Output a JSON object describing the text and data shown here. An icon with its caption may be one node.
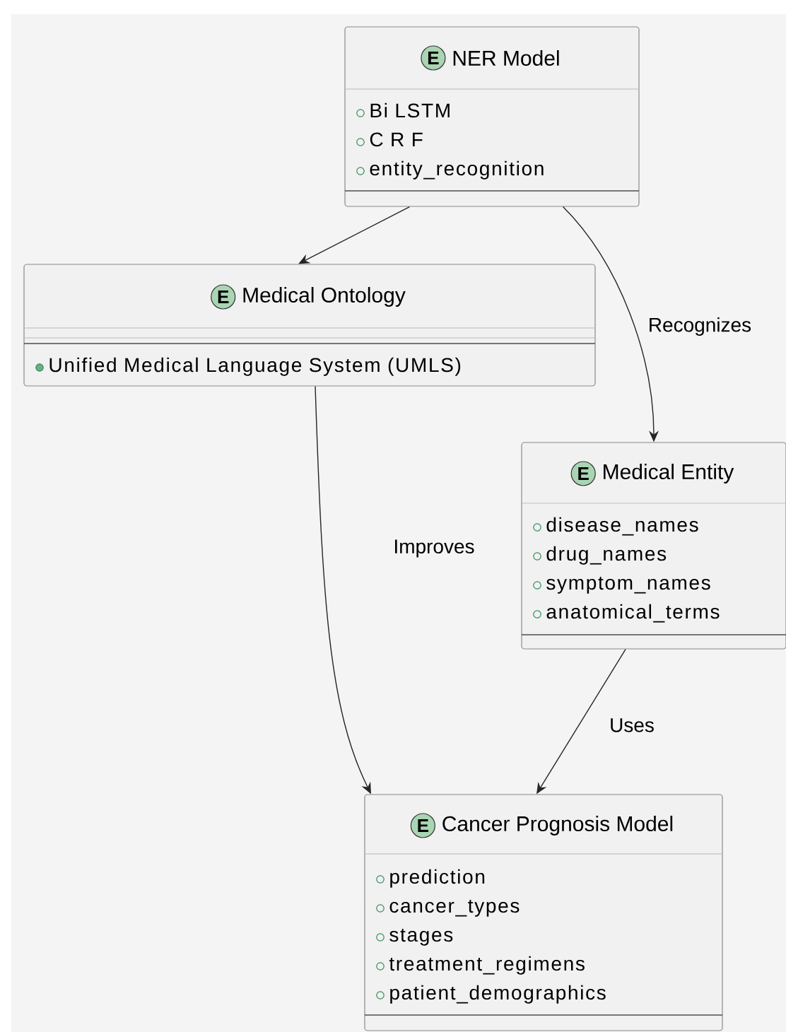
{
  "diagram": {
    "nodes": [
      {
        "text": [
          "E",
          "NER Model",
          "Bi LSTM",
          "C R F",
          "entity_recognition"
        ]
      },
      {
        "text": [
          "E",
          "Medical Ontology",
          "Unified Medical Language System (UMLS)"
        ]
      },
      {
        "text": [
          "E",
          "Medical Entity",
          "disease_names",
          "drug_names",
          "symptom_names",
          "anatomical_terms"
        ]
      },
      {
        "text": [
          "E",
          "Cancer Prognosis Model",
          "prediction",
          "cancer_types",
          "stages",
          "treatment_regimens",
          "patient_demographics"
        ]
      }
    ],
    "edges": [
      {
        "from": 0,
        "to": 1,
        "arrow": "to"
      },
      {
        "from": 0,
        "to": 2,
        "arrow": "to",
        "label": "Recognizes"
      },
      {
        "from": 1,
        "to": 3,
        "arrow": "to",
        "label": "Improves"
      },
      {
        "from": 2,
        "to": 3,
        "arrow": "to",
        "label": "Uses"
      }
    ]
  }
}
